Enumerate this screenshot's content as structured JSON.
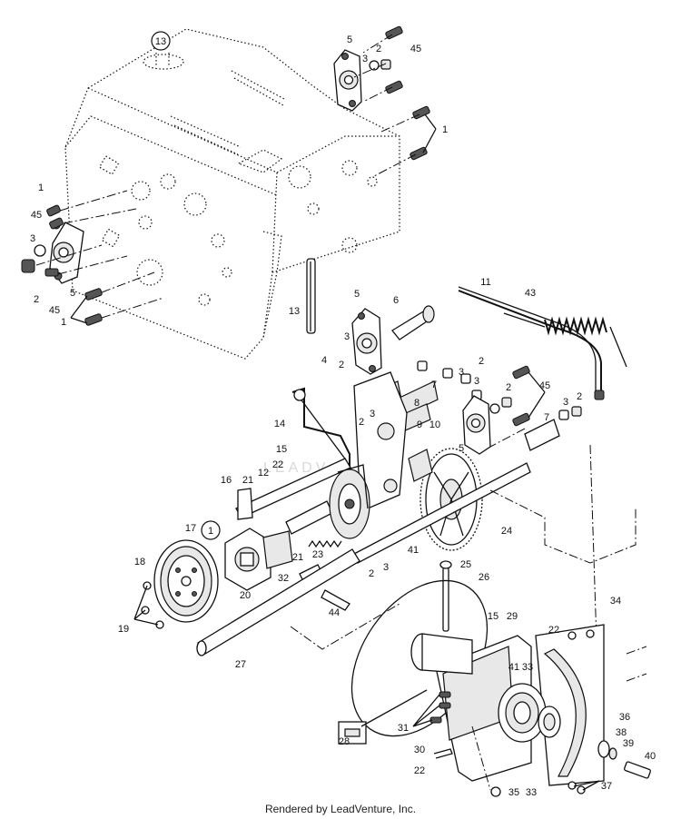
{
  "diagram": {
    "watermark": "LEADV",
    "footer": "Rendered by LeadVenture, Inc.",
    "callouts": [
      {
        "id": "c13-top",
        "label": "13",
        "circled": true
      },
      {
        "id": "c5-a",
        "label": "5"
      },
      {
        "id": "c2-a",
        "label": "2"
      },
      {
        "id": "c45-a",
        "label": "45"
      },
      {
        "id": "c3-a",
        "label": "3"
      },
      {
        "id": "c1-a",
        "label": "1"
      },
      {
        "id": "c1-b",
        "label": "1"
      },
      {
        "id": "c45-b",
        "label": "45"
      },
      {
        "id": "c3-b",
        "label": "3"
      },
      {
        "id": "c2-b",
        "label": "2"
      },
      {
        "id": "c5-b",
        "label": "5"
      },
      {
        "id": "c45-c",
        "label": "45"
      },
      {
        "id": "c1-c",
        "label": "1"
      },
      {
        "id": "c13-b",
        "label": "13"
      },
      {
        "id": "c5-c",
        "label": "5"
      },
      {
        "id": "c6",
        "label": "6"
      },
      {
        "id": "c11",
        "label": "11"
      },
      {
        "id": "c43",
        "label": "43"
      },
      {
        "id": "c3-c",
        "label": "3"
      },
      {
        "id": "c4",
        "label": "4"
      },
      {
        "id": "c2-c",
        "label": "2"
      },
      {
        "id": "c2-d",
        "label": "2"
      },
      {
        "id": "c3-d",
        "label": "3"
      },
      {
        "id": "c7-a",
        "label": "7"
      },
      {
        "id": "c3-e",
        "label": "3"
      },
      {
        "id": "c2-e",
        "label": "2"
      },
      {
        "id": "c45-d",
        "label": "45"
      },
      {
        "id": "c3-f",
        "label": "3"
      },
      {
        "id": "c2-f",
        "label": "2"
      },
      {
        "id": "c3-g",
        "label": "3"
      },
      {
        "id": "c2-g",
        "label": "2"
      },
      {
        "id": "c8",
        "label": "8"
      },
      {
        "id": "c9",
        "label": "9"
      },
      {
        "id": "c10",
        "label": "10"
      },
      {
        "id": "c7-b",
        "label": "7"
      },
      {
        "id": "c14",
        "label": "14"
      },
      {
        "id": "c5-d",
        "label": "5"
      },
      {
        "id": "c15-a",
        "label": "15"
      },
      {
        "id": "c22-a",
        "label": "22"
      },
      {
        "id": "c12",
        "label": "12"
      },
      {
        "id": "c16",
        "label": "16"
      },
      {
        "id": "c21-a",
        "label": "21"
      },
      {
        "id": "c17",
        "label": "17"
      },
      {
        "id": "c1-circ",
        "label": "1",
        "circled": true
      },
      {
        "id": "c21-b",
        "label": "21"
      },
      {
        "id": "c23",
        "label": "23"
      },
      {
        "id": "c41-a",
        "label": "41"
      },
      {
        "id": "c24",
        "label": "24"
      },
      {
        "id": "c18",
        "label": "18"
      },
      {
        "id": "c32",
        "label": "32"
      },
      {
        "id": "c2-h",
        "label": "2"
      },
      {
        "id": "c3-h",
        "label": "3"
      },
      {
        "id": "c20",
        "label": "20"
      },
      {
        "id": "c25",
        "label": "25"
      },
      {
        "id": "c26",
        "label": "26"
      },
      {
        "id": "c34",
        "label": "34"
      },
      {
        "id": "c44",
        "label": "44"
      },
      {
        "id": "c19",
        "label": "19"
      },
      {
        "id": "c15-b",
        "label": "15"
      },
      {
        "id": "c29",
        "label": "29"
      },
      {
        "id": "c22-b",
        "label": "22"
      },
      {
        "id": "c41-b",
        "label": "41"
      },
      {
        "id": "c33-a",
        "label": "33"
      },
      {
        "id": "c27",
        "label": "27"
      },
      {
        "id": "c36",
        "label": "36"
      },
      {
        "id": "c38",
        "label": "38"
      },
      {
        "id": "c39",
        "label": "39"
      },
      {
        "id": "c40",
        "label": "40"
      },
      {
        "id": "c31",
        "label": "31"
      },
      {
        "id": "c28",
        "label": "28"
      },
      {
        "id": "c30",
        "label": "30"
      },
      {
        "id": "c22-c",
        "label": "22"
      },
      {
        "id": "c35",
        "label": "35"
      },
      {
        "id": "c33-b",
        "label": "33"
      },
      {
        "id": "c37",
        "label": "37"
      }
    ]
  }
}
